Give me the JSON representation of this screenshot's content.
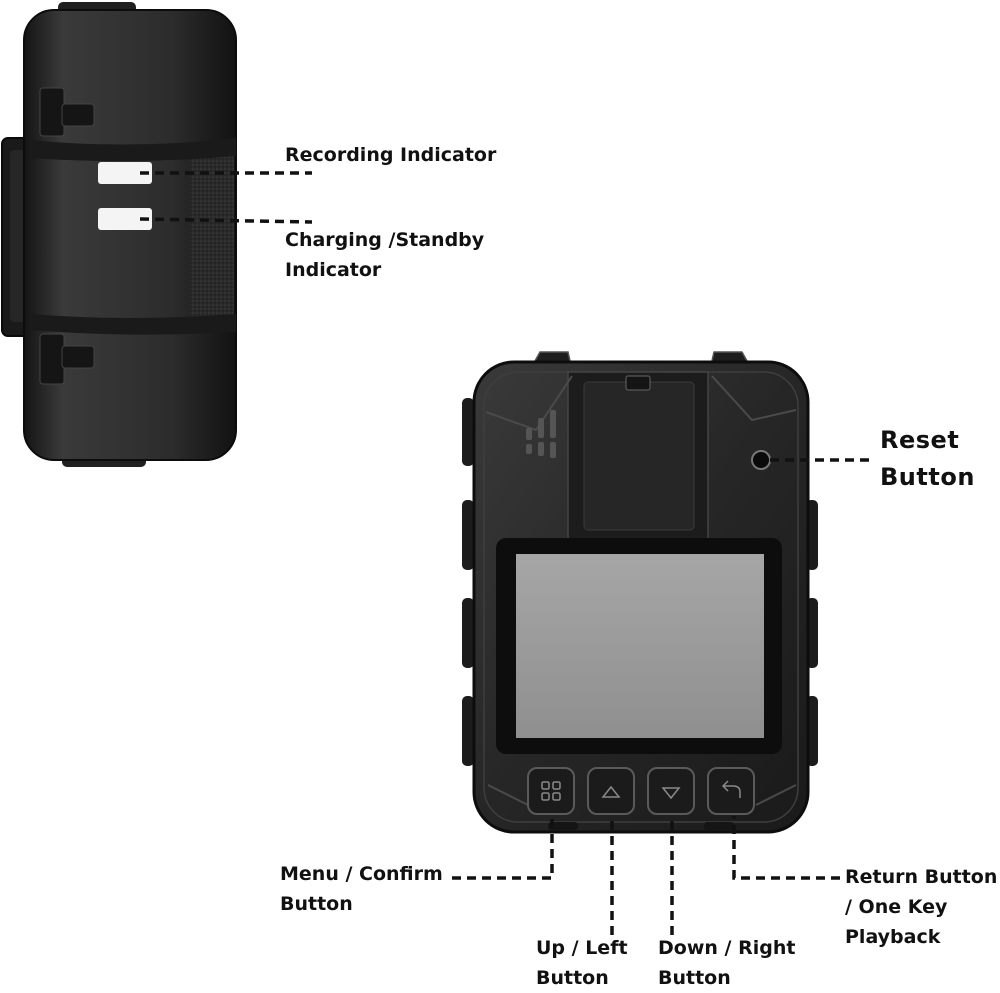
{
  "labels": {
    "recording": [
      "Recording Indicator"
    ],
    "charging": [
      "Charging /Standby",
      "Indicator"
    ],
    "reset": [
      "Reset",
      "Button"
    ],
    "menu": [
      "Menu / Confirm",
      "Button"
    ],
    "up": [
      "Up / Left",
      "Button"
    ],
    "down": [
      "Down / Right",
      "Button"
    ],
    "return": [
      "Return Button",
      "/ One Key",
      "Playback"
    ]
  },
  "colors": {
    "body": "#2b2b2b",
    "body_dark": "#161616",
    "screen": "#9a9a9a",
    "screen_bezel": "#0d0d0d",
    "led": "#f4f4f4",
    "leader_line": "#111111",
    "label_text": "#111111"
  },
  "icons": [
    "menu-grid-icon",
    "up-triangle-icon",
    "down-triangle-icon",
    "return-arrow-icon"
  ]
}
